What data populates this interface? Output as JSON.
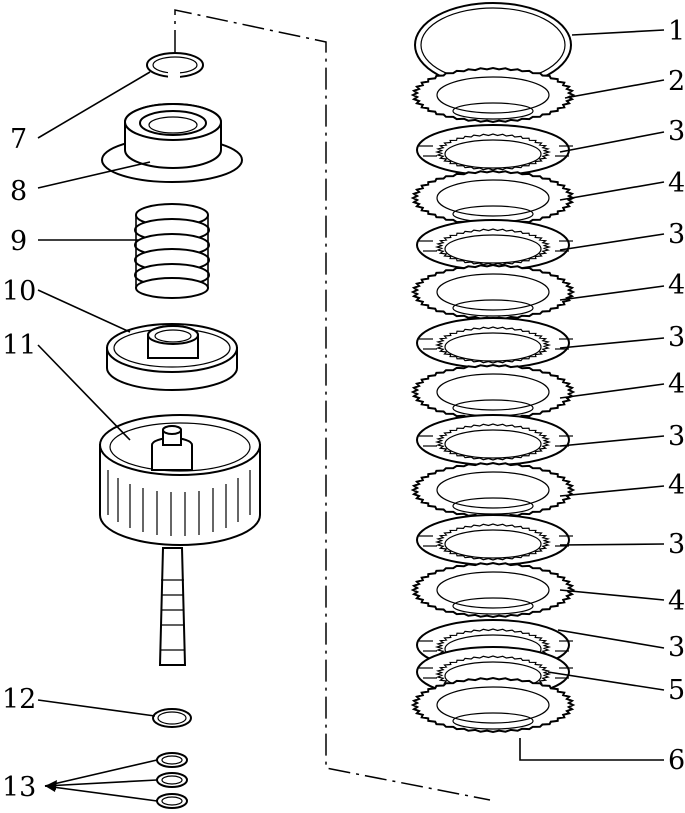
{
  "diagram": {
    "callouts": [
      {
        "id": "1",
        "text": "1"
      },
      {
        "id": "2",
        "text": "2"
      },
      {
        "id": "3a",
        "text": "3"
      },
      {
        "id": "4a",
        "text": "4"
      },
      {
        "id": "3b",
        "text": "3"
      },
      {
        "id": "4b",
        "text": "4"
      },
      {
        "id": "3c",
        "text": "3"
      },
      {
        "id": "4c",
        "text": "4"
      },
      {
        "id": "3d",
        "text": "3"
      },
      {
        "id": "4d",
        "text": "4"
      },
      {
        "id": "3e",
        "text": "3"
      },
      {
        "id": "4e",
        "text": "4"
      },
      {
        "id": "3f",
        "text": "3"
      },
      {
        "id": "5",
        "text": "5"
      },
      {
        "id": "6",
        "text": "6"
      },
      {
        "id": "7",
        "text": "7"
      },
      {
        "id": "8",
        "text": "8"
      },
      {
        "id": "9",
        "text": "9"
      },
      {
        "id": "10",
        "text": "10"
      },
      {
        "id": "11",
        "text": "11"
      },
      {
        "id": "12",
        "text": "12"
      },
      {
        "id": "13",
        "text": "13"
      }
    ],
    "colors": {
      "ink": "#000000",
      "paper": "#ffffff"
    }
  }
}
